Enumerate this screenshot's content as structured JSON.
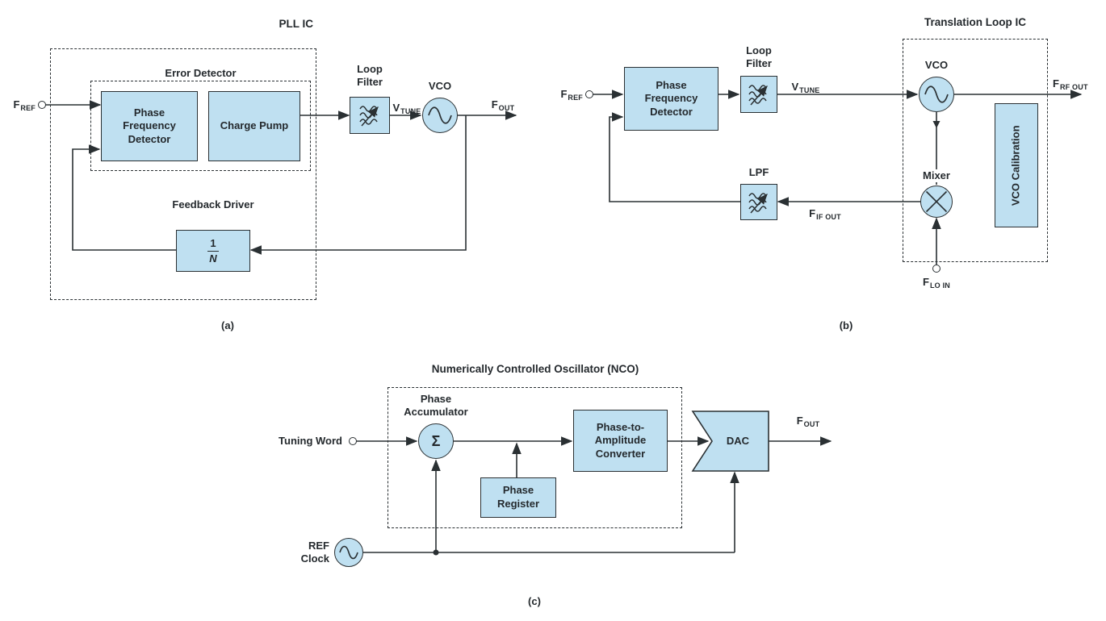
{
  "colors": {
    "box_fill": "#bfe0f1",
    "stroke": "#2a3033",
    "ink": "#24292d",
    "background": "#ffffff"
  },
  "panel_a": {
    "caption": "(a)",
    "ic_label": "PLL IC",
    "error_detector_label": "Error Detector",
    "pfd_block": "Phase\nFrequency\nDetector",
    "charge_pump_block": "Charge Pump",
    "loop_filter_label": "Loop\nFilter",
    "vco_label": "VCO",
    "feedback_driver_label": "Feedback Driver",
    "divider": {
      "numerator": "1",
      "denominator": "N"
    },
    "f_ref": {
      "base": "F",
      "sub": "REF"
    },
    "v_tune": {
      "base": "V",
      "sub": "TUNE"
    },
    "f_out": {
      "base": "F",
      "sub": "OUT"
    }
  },
  "panel_b": {
    "caption": "(b)",
    "ic_label": "Translation Loop IC",
    "pfd_block": "Phase\nFrequency\nDetector",
    "loop_filter_label": "Loop\nFilter",
    "lpf_label": "LPF",
    "vco_label": "VCO",
    "mixer_label": "Mixer",
    "vco_calibration_block": "VCO Calibration",
    "f_ref": {
      "base": "F",
      "sub": "REF"
    },
    "v_tune": {
      "base": "V",
      "sub": "TUNE"
    },
    "f_rf_out": {
      "base": "F",
      "sub": "RF OUT"
    },
    "f_if_out": {
      "base": "F",
      "sub": "IF OUT"
    },
    "f_lo_in": {
      "base": "F",
      "sub": "LO IN"
    }
  },
  "panel_c": {
    "caption": "(c)",
    "nco_label": "Numerically Controlled Oscillator (NCO)",
    "phase_accumulator_label": "Phase\nAccumulator",
    "sigma_symbol": "Σ",
    "phase_register_block": "Phase\nRegister",
    "phase_to_amplitude_block": "Phase-to-\nAmplitude\nConverter",
    "dac_block": "DAC",
    "tuning_word_label": "Tuning Word",
    "ref_clock_label": "REF\nClock",
    "f_out": {
      "base": "F",
      "sub": "OUT"
    }
  }
}
